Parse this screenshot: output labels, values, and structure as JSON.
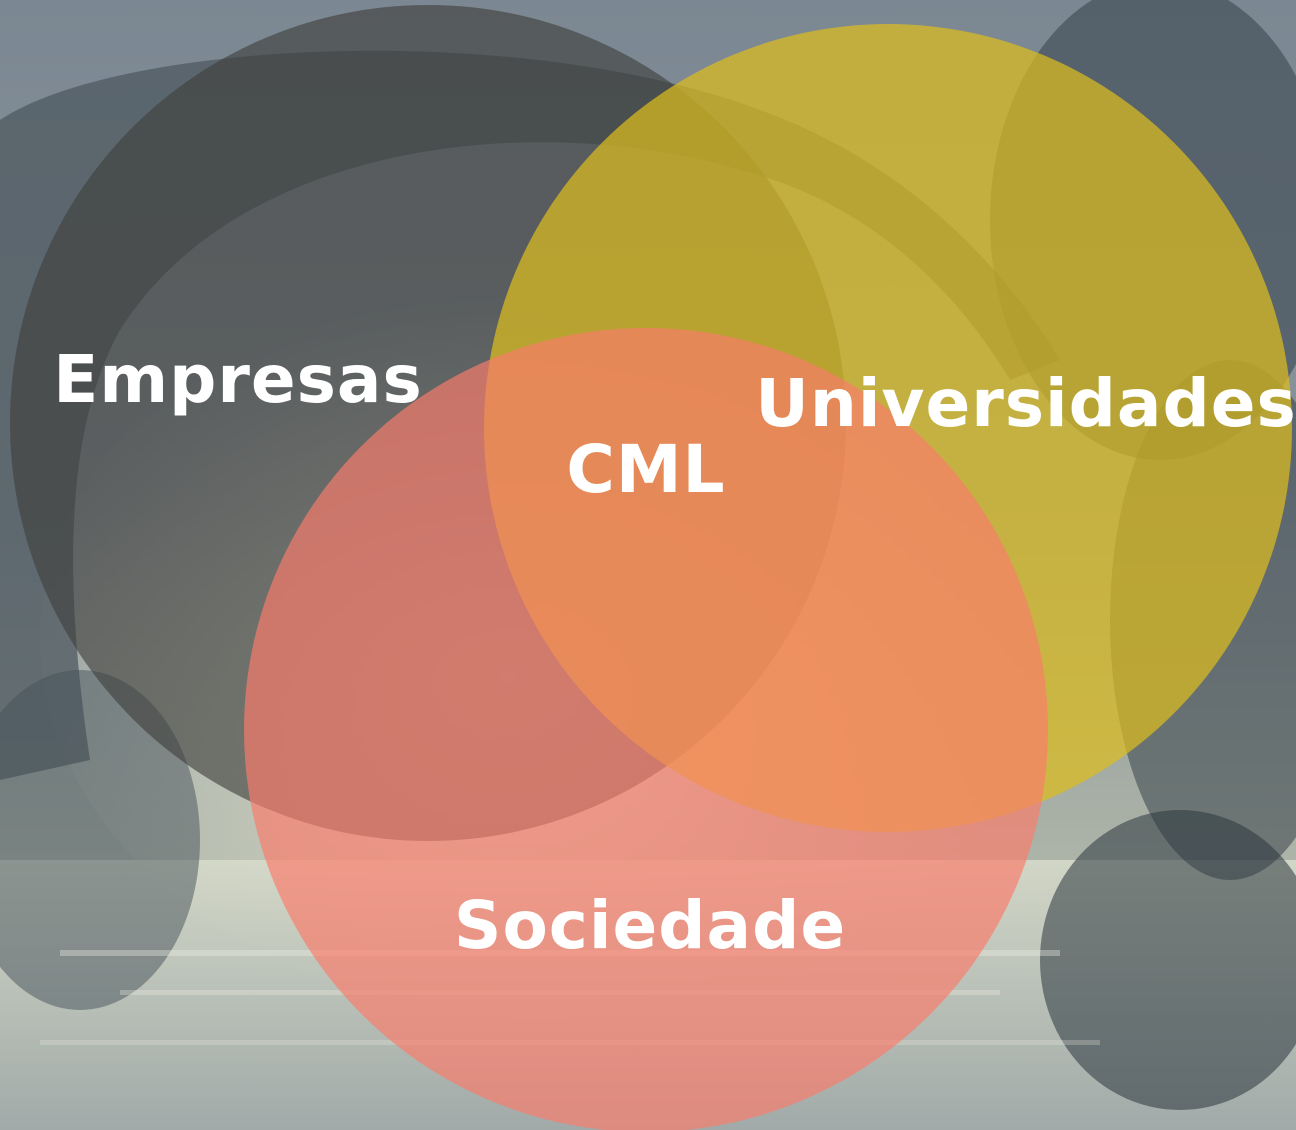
{
  "diagram": {
    "sets": [
      {
        "id": "empresas",
        "label": "Empresas",
        "color": "#3f3f3b",
        "opacity": 0.62
      },
      {
        "id": "universidades",
        "label": "Universidades",
        "color": "#dcbc1e",
        "opacity": 0.72
      },
      {
        "id": "sociedade",
        "label": "Sociedade",
        "color": "#fa7c6c",
        "opacity": 0.68
      }
    ],
    "center_label": "CML",
    "center_color": "#f0893b"
  }
}
